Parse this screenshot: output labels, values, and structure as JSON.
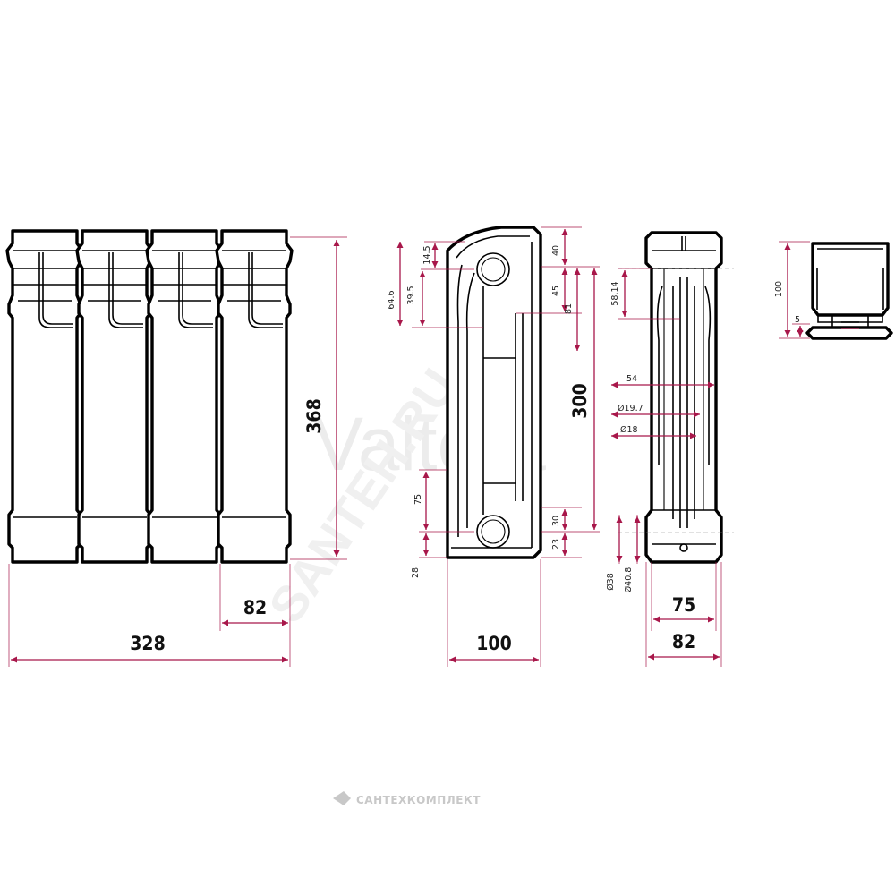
{
  "watermarks": {
    "brand": "Valtera",
    "site": "SANTEH.RU"
  },
  "footer_logo": {
    "text": "САНТЕХКОМПЛЕКТ"
  },
  "colors": {
    "dimension": "#a8174a",
    "outline": "#000000",
    "watermark": "#ececec"
  },
  "front_view": {
    "height": "368",
    "section_width": "82",
    "total_width": "328"
  },
  "side_view": {
    "depth": "100",
    "center_distance": "300",
    "top_40": "40",
    "top_45": "45",
    "top_81": "81",
    "bottom_30": "30",
    "bottom_23": "23",
    "left_14_5": "14.5",
    "left_39_5": "39.5",
    "left_64_6": "64.6",
    "left_75": "75",
    "left_28": "28"
  },
  "section_view": {
    "d58_14": "58.14",
    "d54": "54",
    "dia19_7": "Ø19.7",
    "dia18": "Ø18",
    "dia38": "Ø38",
    "dia40_8": "Ø40.8",
    "width75": "75",
    "width82": "82"
  },
  "bracket_view": {
    "height100": "100",
    "dim5": "5"
  }
}
